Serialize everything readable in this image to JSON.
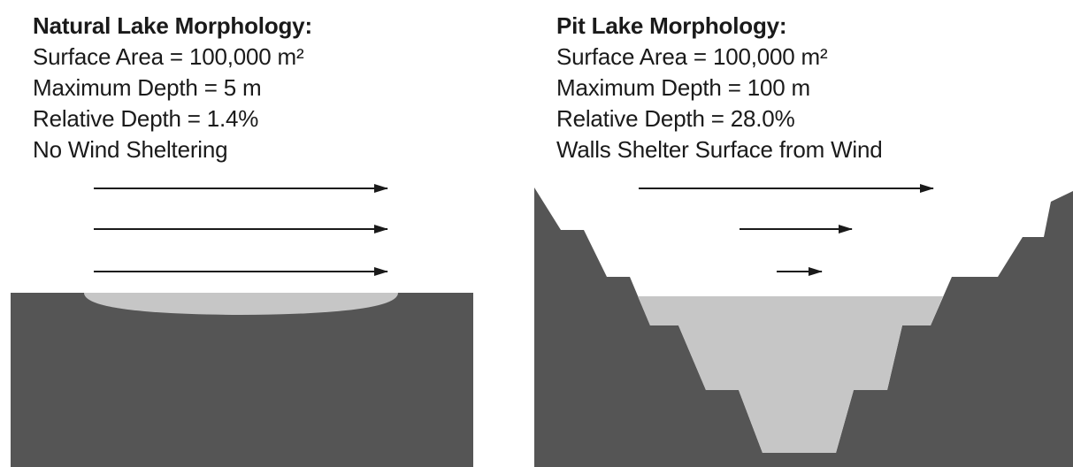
{
  "natural_lake": {
    "heading": "Natural Lake Morphology:",
    "surface_area": "Surface Area = 100,000 m²",
    "max_depth": "Maximum Depth = 5 m",
    "relative_depth": "Relative Depth = 1.4%",
    "wind": "No Wind Sheltering"
  },
  "pit_lake": {
    "heading": "Pit Lake Morphology:",
    "surface_area": "Surface Area = 100,000 m²",
    "max_depth": "Maximum Depth = 100 m",
    "relative_depth": "Relative Depth = 28.0%",
    "wind": "Walls Shelter Surface from Wind"
  },
  "colors": {
    "ground": "#555555",
    "water": "#c6c6c6",
    "arrow": "#1a1a1a"
  }
}
